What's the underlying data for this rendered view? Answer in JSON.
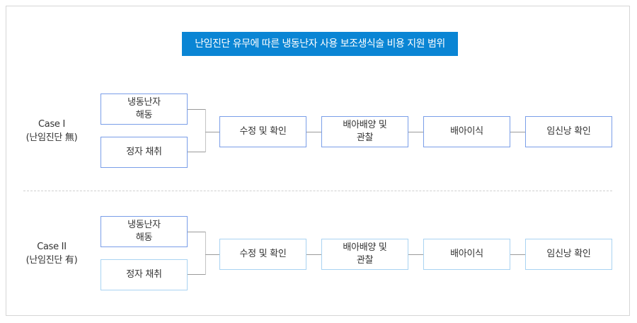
{
  "title": "난임진단 유무에 따른 냉동난자 사용 보조생식술 비용 지원 범위",
  "colors": {
    "title_bg": "#0a85d4",
    "box_border_case1": "#7a9ee8",
    "box_border_case2": "#a9d3f2",
    "connector": "#9a9a9a",
    "frame": "#d6d6d6"
  },
  "cases": [
    {
      "label_line1": "Case I",
      "label_line2": "(난임진단 無)",
      "inputs": [
        "냉동난자\n해동",
        "정자 채취"
      ],
      "steps": [
        "수정 및 확인",
        "배아배양 및\n관찰",
        "배아이식",
        "임신낭 확인"
      ]
    },
    {
      "label_line1": "Case II",
      "label_line2": "(난임진단 有)",
      "inputs": [
        "냉동난자\n해동",
        "정자 채취"
      ],
      "steps": [
        "수정 및 확인",
        "배아배양 및\n관찰",
        "배아이식",
        "임신낭 확인"
      ]
    }
  ]
}
